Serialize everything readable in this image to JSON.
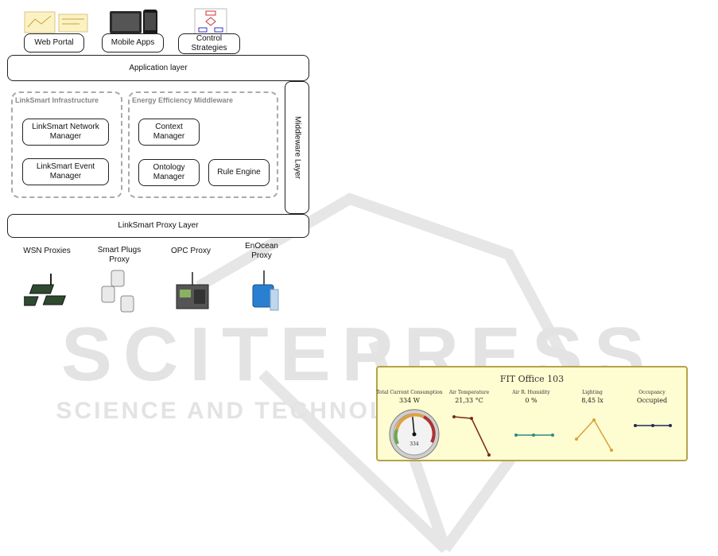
{
  "top": {
    "web_portal": "Web Portal",
    "mobile_apps": "Mobile Apps",
    "control_strategies": "Control Strategies"
  },
  "layers": {
    "application": "Application layer",
    "middleware": "Middleware Layer",
    "proxy": "LinkSmart Proxy Layer"
  },
  "groups": {
    "infrastructure": {
      "title": "LinkSmart Infrastructure",
      "network_manager": "LinkSmart Network Manager",
      "event_manager": "LinkSmart Event Manager"
    },
    "middleware": {
      "title": "Energy Efficiency Middleware",
      "context_manager": "Context Manager",
      "ontology_manager": "Ontology Manager",
      "rule_engine": "Rule Engine"
    }
  },
  "proxies": {
    "wsn": "WSN Proxies",
    "smart_plugs": "Smart Plugs Proxy",
    "opc": "OPC Proxy",
    "enocean": "EnOcean Proxy"
  },
  "watermark": {
    "main": "SCITEPRESS",
    "sub": "SCIENCE AND TECHNOLOGY PUBLICATIONS"
  },
  "dashboard": {
    "title": "FIT Office 103",
    "columns": [
      {
        "title": "Total Current Consumption",
        "value": "334 W"
      },
      {
        "title": "Air Temperature",
        "value": "21,33 °C"
      },
      {
        "title": "Air R. Humidity",
        "value": "0 %"
      },
      {
        "title": "Lighting",
        "value": "8,45 lx"
      },
      {
        "title": "Occupancy",
        "value": "Occupied"
      }
    ],
    "gauge_readout": "334",
    "gauge_fraction": 0.48,
    "colors": {
      "temperature": "#7a2a1c",
      "humidity": "#2f8a84",
      "lighting": "#d9a23c",
      "occupancy": "#222a55"
    }
  }
}
